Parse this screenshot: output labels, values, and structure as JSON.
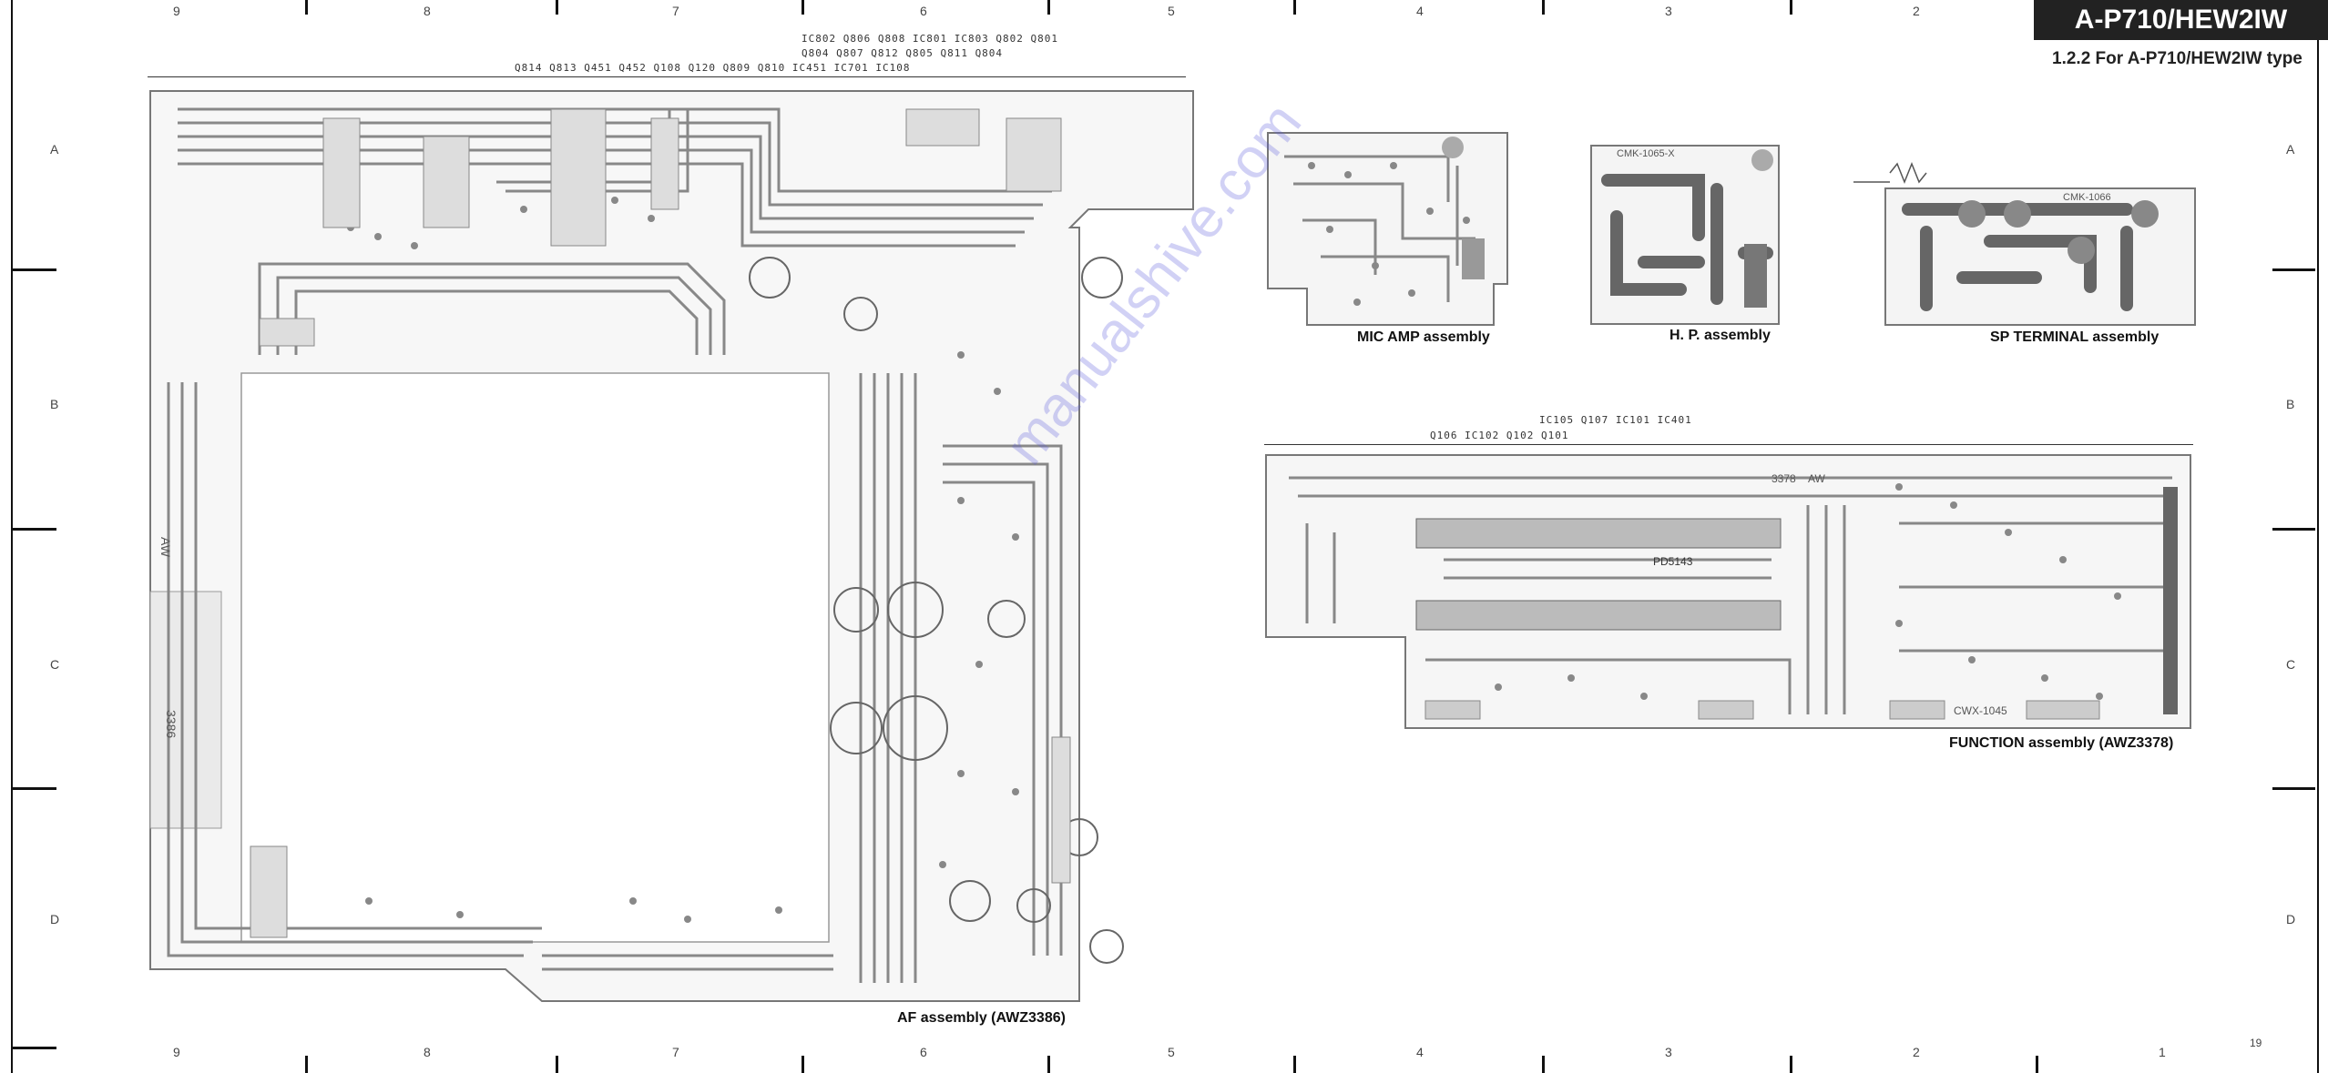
{
  "header": {
    "title": "A-P710/HEW2IW",
    "subtitle": "1.2.2 For A-P710/HEW2IW type"
  },
  "grid": {
    "top_numbers": [
      "9",
      "8",
      "7",
      "6",
      "5",
      "4",
      "3",
      "2"
    ],
    "bottom_numbers": [
      "9",
      "8",
      "7",
      "6",
      "5",
      "4",
      "3",
      "2",
      "1"
    ],
    "left_letters": [
      "A",
      "B",
      "C",
      "D"
    ],
    "right_letters": [
      "A",
      "B",
      "C",
      "D"
    ]
  },
  "af_assembly": {
    "ref_row1": "IC802   Q806   Q808 IC801 IC803 Q802 Q801",
    "ref_row2": "Q804  Q807 Q812 Q805 Q811 Q804",
    "ref_row3": "Q814 Q813  Q451 Q452  Q108  Q120 Q809  Q810  IC451 IC701  IC108",
    "caption": "AF assembly (AWZ3386)",
    "board_label": "3386",
    "board_label2": "AW"
  },
  "mic_amp": {
    "caption": "MIC AMP assembly"
  },
  "hp": {
    "caption": "H. P. assembly",
    "board_label": "CMK-1065-X"
  },
  "sp_terminal": {
    "caption": "SP TERMINAL assembly",
    "board_label": "CMK-1066"
  },
  "function_assembly": {
    "ref_row1": "IC105        Q107      IC101        IC401",
    "ref_row2": "Q106                          IC102    Q102 Q101",
    "caption": "FUNCTION assembly (AWZ3378)",
    "board_label": "3378",
    "board_label2": "AW",
    "board_label3": "CWX-1045",
    "chip_label": "PD5143"
  },
  "watermark": "manualshive.com",
  "page_number": "19"
}
